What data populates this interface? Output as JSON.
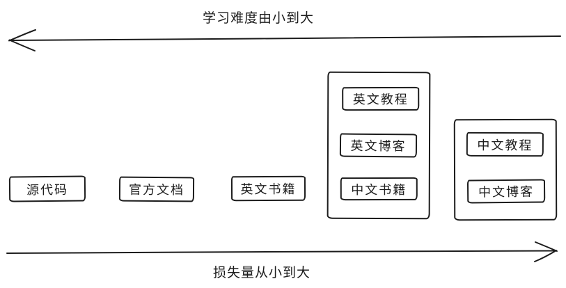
{
  "axes": {
    "top": {
      "label": "学习难度由小到大",
      "direction": "left"
    },
    "bottom": {
      "label": "损失量从小到大",
      "direction": "right"
    }
  },
  "boxes": [
    {
      "id": "source-code",
      "label": "源代码"
    },
    {
      "id": "official-docs",
      "label": "官方文档"
    },
    {
      "id": "english-books",
      "label": "英文书籍"
    }
  ],
  "groups": [
    {
      "id": "english-resources",
      "items": [
        {
          "id": "english-tutorials",
          "label": "英文教程"
        },
        {
          "id": "english-blogs",
          "label": "英文博客"
        },
        {
          "id": "chinese-books",
          "label": "中文书籍"
        }
      ]
    },
    {
      "id": "chinese-resources",
      "items": [
        {
          "id": "chinese-tutorials",
          "label": "中文教程"
        },
        {
          "id": "chinese-blogs",
          "label": "中文博客"
        }
      ]
    }
  ],
  "colors": {
    "ink": "#1c1c1c",
    "background": "#ffffff"
  }
}
